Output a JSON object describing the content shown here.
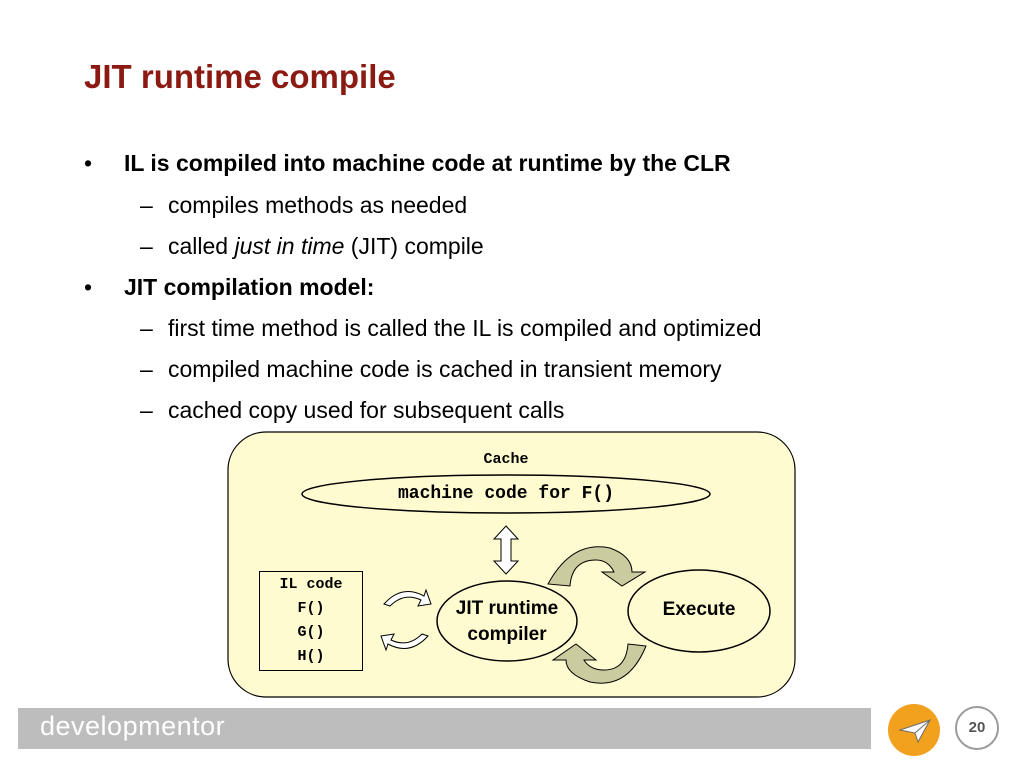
{
  "slide": {
    "title": "JIT runtime compile",
    "page_number": "20",
    "brand": "developmentor"
  },
  "bullets": [
    {
      "text": "IL is compiled into machine code at runtime by the CLR",
      "subitems": [
        {
          "text": "compiles methods as needed"
        },
        {
          "prefix": "called ",
          "emphasis": "just in time",
          "suffix": " (JIT) compile"
        }
      ]
    },
    {
      "text": "JIT compilation model:",
      "subitems": [
        {
          "text": "first time method is called the IL is compiled and optimized"
        },
        {
          "text": "compiled machine code is cached in transient memory"
        },
        {
          "text": "cached copy used for subsequent calls"
        }
      ]
    }
  ],
  "diagram": {
    "cache_label": "Cache",
    "machine_code_label": "machine code for F()",
    "il_code": [
      "IL code",
      "F()",
      "G()",
      "H()"
    ],
    "jit_label": [
      "JIT runtime",
      "compiler"
    ],
    "execute_label": "Execute",
    "colors": {
      "panel": "#fffbd0",
      "ellipse": "#fffbd0",
      "arrow": "#cbcba0",
      "title": "#8b1a12",
      "logo": "#f2a11f"
    }
  }
}
